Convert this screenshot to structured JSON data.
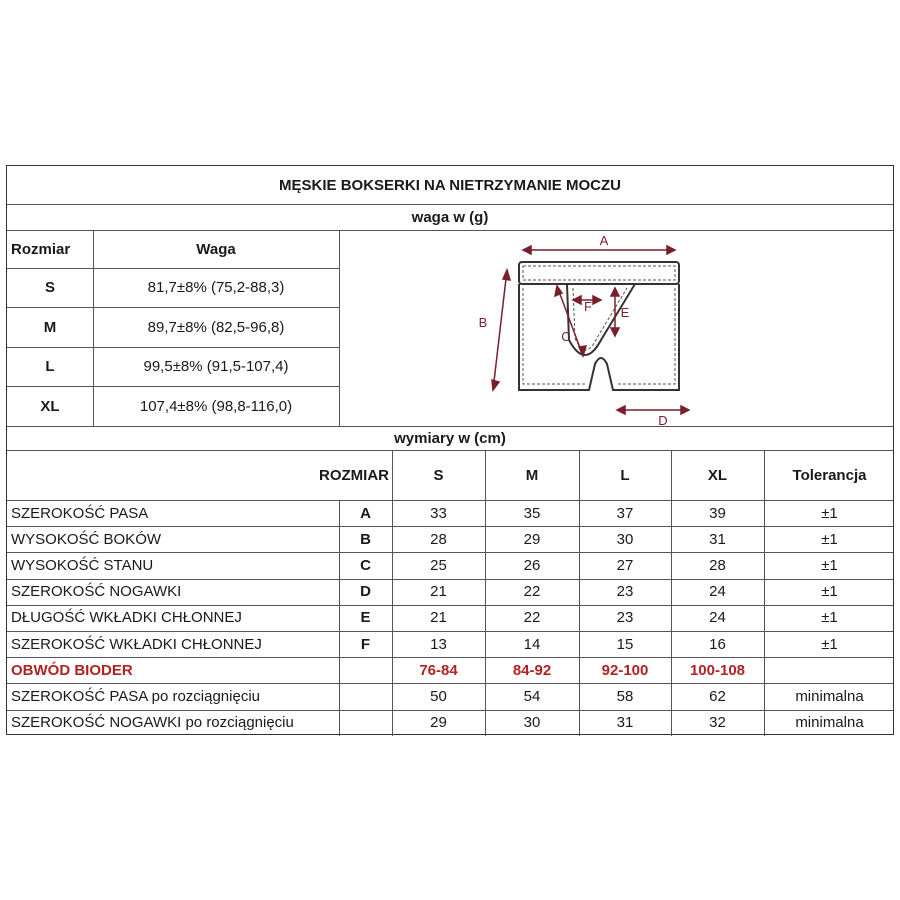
{
  "title": "MĘSKIE BOKSERKI NA NIETRZYMANIE MOCZU",
  "weight_section": {
    "heading": "waga w (g)",
    "col_size": "Rozmiar",
    "col_weight": "Waga",
    "rows": [
      {
        "size": "S",
        "weight": "81,7±8% (75,2-88,3)"
      },
      {
        "size": "M",
        "weight": "89,7±8% (82,5-96,8)"
      },
      {
        "size": "L",
        "weight": "99,5±8% (91,5-107,4)"
      },
      {
        "size": "XL",
        "weight": "107,4±8% (98,8-116,0)"
      }
    ]
  },
  "diagram": {
    "labels": {
      "a": "A",
      "b": "B",
      "c": "C",
      "d": "D",
      "e": "E",
      "f": "F"
    },
    "accent_color": "#7a1f2b"
  },
  "dimensions_section": {
    "heading": "wymiary w (cm)",
    "header": {
      "rozmiar": "ROZMIAR",
      "sizes": [
        "S",
        "M",
        "L",
        "XL"
      ],
      "tolerance": "Tolerancja"
    },
    "rows": [
      {
        "name": "SZEROKOŚĆ PASA",
        "code": "A",
        "values": [
          "33",
          "35",
          "37",
          "39"
        ],
        "tol": "±1"
      },
      {
        "name": "WYSOKOŚĆ BOKÓW",
        "code": "B",
        "values": [
          "28",
          "29",
          "30",
          "31"
        ],
        "tol": "±1"
      },
      {
        "name": "WYSOKOŚĆ STANU",
        "code": "C",
        "values": [
          "25",
          "26",
          "27",
          "28"
        ],
        "tol": "±1"
      },
      {
        "name": "SZEROKOŚĆ NOGAWKI",
        "code": "D",
        "values": [
          "21",
          "22",
          "23",
          "24"
        ],
        "tol": "±1"
      },
      {
        "name": "DŁUGOŚĆ WKŁADKI CHŁONNEJ",
        "code": "E",
        "values": [
          "21",
          "22",
          "23",
          "24"
        ],
        "tol": "±1"
      },
      {
        "name": "SZEROKOŚĆ WKŁADKI CHŁONNEJ",
        "code": "F",
        "values": [
          "13",
          "14",
          "15",
          "16"
        ],
        "tol": "±1"
      },
      {
        "name": "OBWÓD BIODER",
        "code": "",
        "values": [
          "76-84",
          "84-92",
          "92-100",
          "100-108"
        ],
        "tol": "",
        "highlight": true
      },
      {
        "name": "SZEROKOŚĆ PASA po rozciągnięciu",
        "code": "",
        "values": [
          "50",
          "54",
          "58",
          "62"
        ],
        "tol": "minimalna"
      },
      {
        "name": "SZEROKOŚĆ NOGAWKI po rozciągnięciu",
        "code": "",
        "values": [
          "29",
          "30",
          "31",
          "32"
        ],
        "tol": "minimalna"
      }
    ]
  },
  "colors": {
    "highlight": "#b22222",
    "border": "#555555"
  }
}
